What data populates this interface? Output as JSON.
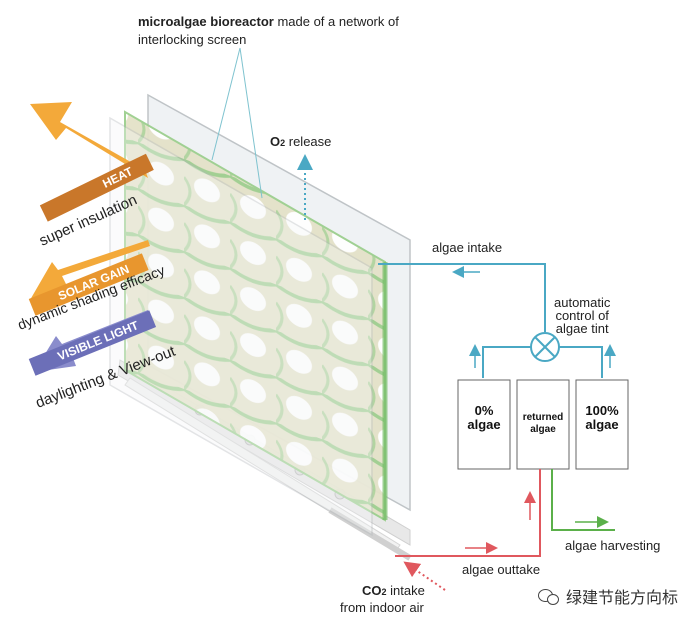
{
  "labels": {
    "title_bold": "microalgae bioreactor",
    "title_rest": " made of a network of",
    "title_line2": "interlocking screen",
    "o2_main": "O",
    "o2_sub": "2",
    "o2_rest": " release",
    "algae_intake": "algae intake",
    "auto_line1": "automatic",
    "auto_line2": "control of",
    "auto_line3": "algae tint",
    "algae_harvesting": "algae harvesting",
    "algae_outtake": "algae outtake",
    "co2_main": "CO",
    "co2_sub": "2",
    "co2_rest": " intake",
    "co2_line2": "from indoor air"
  },
  "arrows": {
    "heat": {
      "tag": "HEAT",
      "caption": "super insulation",
      "color": "#f3a93a",
      "tag_color": "#c9772a"
    },
    "solar": {
      "tag": "SOLAR GAIN",
      "caption": "dynamic shading efficacy",
      "color": "#f3a93a",
      "tag_color": "#e8962e"
    },
    "visible": {
      "tag": "VISIBLE LIGHT",
      "caption": "daylighting & View-out",
      "color": "#8a8ccc",
      "tag_color": "#6c6fb8"
    }
  },
  "tanks": {
    "zero": {
      "line1": "0%",
      "line2": "algae"
    },
    "returned": {
      "line1": "returned",
      "line2": "algae"
    },
    "hundred": {
      "line1": "100%",
      "line2": "algae"
    }
  },
  "watermark": {
    "text": "绿建节能方向标",
    "icon": "wechat-icon"
  },
  "colors": {
    "intake_line": "#4aa8c4",
    "outtake_line": "#e0585e",
    "harvest_line": "#5bb04a",
    "screen_green": "#86c77a",
    "screen_cream": "#e6e3c8"
  }
}
